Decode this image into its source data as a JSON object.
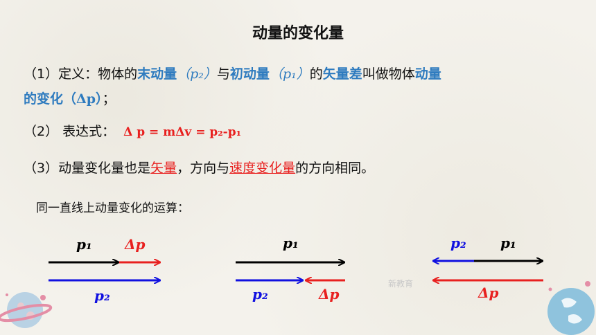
{
  "title": "动量的变化量",
  "line1": {
    "num": "（1）",
    "a": "定义：物体的",
    "b": "末动量",
    "p2": "（p₂）",
    "c": "与",
    "d": "初动量",
    "p1": "（p₁）",
    "e": "的",
    "f": "矢量差",
    "g": "叫做物体",
    "h": "动量"
  },
  "line2": {
    "a": "的变化（",
    "b": "Δp",
    "c": "）",
    "d": "；"
  },
  "line3": {
    "num": "（2） 表达式：",
    "formula": "Δ p = mΔv = p₂-p₁"
  },
  "line4": {
    "num": "（3）",
    "a": "动量变化量也是",
    "b": "矢量",
    "c": "，方向与",
    "d": "速度变化量",
    "e": "的方向相同。"
  },
  "line5": "同一直线上动量变化的运算：",
  "labels": {
    "p1": "p₁",
    "p2": "p₂",
    "dp": "Δp"
  },
  "colors": {
    "black": "#000000",
    "red": "#e8201f",
    "blue": "#1010e0",
    "accent_blue": "#2e7bbf"
  },
  "watermark": "新教育"
}
